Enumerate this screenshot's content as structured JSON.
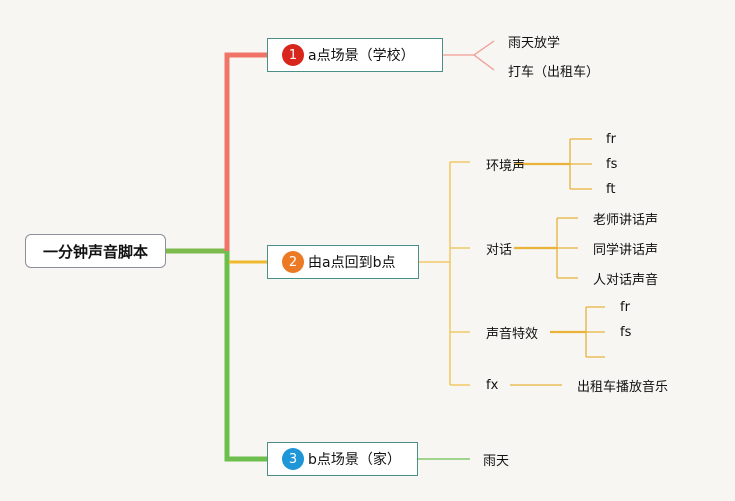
{
  "root": {
    "label": "一分钟声音脚本"
  },
  "branches": [
    {
      "number": "1",
      "label": "a点场景（学校）",
      "badge_color": "#d9261c",
      "line_color": "#f07568",
      "children": [
        "雨天放学",
        "打车（出租车）"
      ]
    },
    {
      "number": "2",
      "label": "由a点回到b点",
      "badge_color": "#ec7a25",
      "line_color": "#f0b92f",
      "children": [
        {
          "label": "环境声",
          "children": [
            "fr",
            "fs",
            "ft"
          ]
        },
        {
          "label": "对话",
          "children": [
            "老师讲话声",
            "同学讲话声",
            "人对话声音"
          ]
        },
        {
          "label": "声音特效",
          "children": [
            "fr",
            "fs",
            ""
          ]
        },
        {
          "label": "fx",
          "children": [
            "出租车播放音乐"
          ]
        }
      ]
    },
    {
      "number": "3",
      "label": "b点场景（家）",
      "badge_color": "#1e96d8",
      "line_color": "#6cbf4c",
      "children": [
        "雨天"
      ]
    }
  ],
  "colors": {
    "background": "#f7f6f2",
    "node_border": "#4a8f88",
    "root_border": "#8a8f9a",
    "root_connector": "#7dbb4f"
  }
}
